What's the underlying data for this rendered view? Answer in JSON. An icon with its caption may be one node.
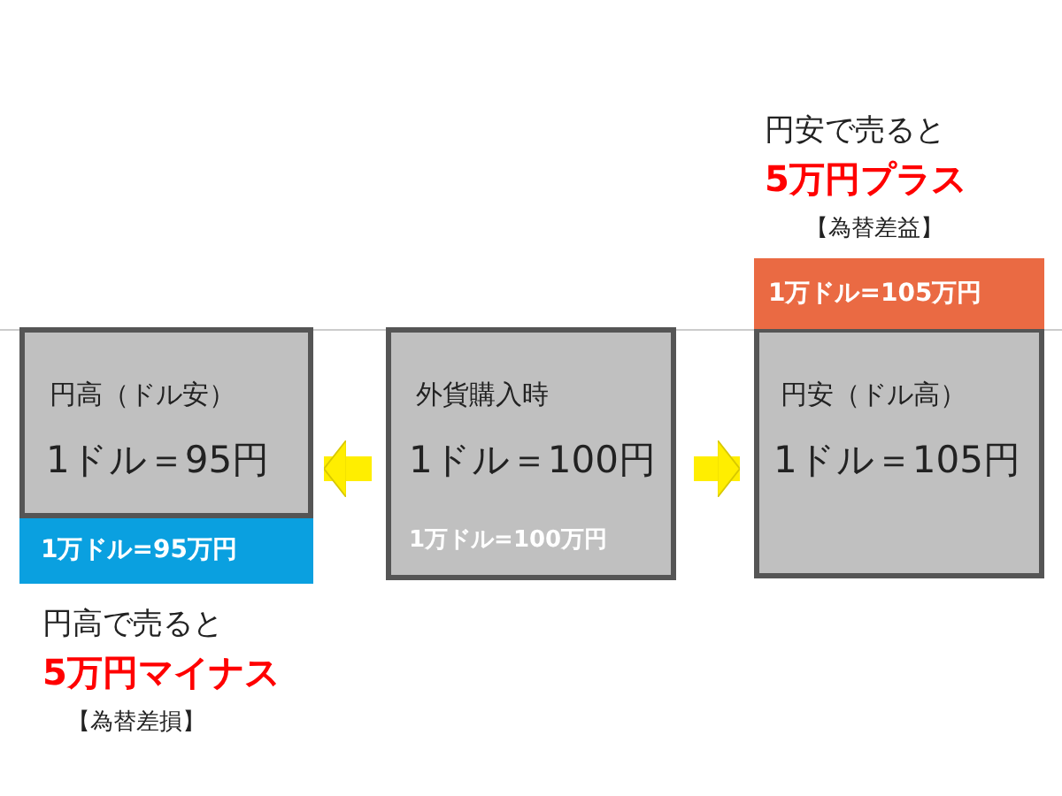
{
  "diagram": {
    "nodes": [
      {
        "text": [
          "外貨購入時",
          "1ドル＝100円",
          "1万ドル=100万円"
        ]
      },
      {
        "text": [
          "円高（ドル安）",
          "1ドル＝95円"
        ]
      },
      {
        "text": [
          "1万ドル=95万円"
        ]
      },
      {
        "text": [
          "円安（ドル高）",
          "1ドル＝105円"
        ]
      },
      {
        "text": [
          "1万ドル=105万円"
        ]
      }
    ],
    "edges": [
      {
        "from": 0,
        "to": 1,
        "arrow": "to"
      },
      {
        "from": 0,
        "to": 3,
        "arrow": "to"
      }
    ],
    "labels": [
      "円安で売ると",
      "5万円プラス",
      "【為替差益】",
      "円高で売ると",
      "5万円マイナス",
      "【為替差損】"
    ]
  }
}
